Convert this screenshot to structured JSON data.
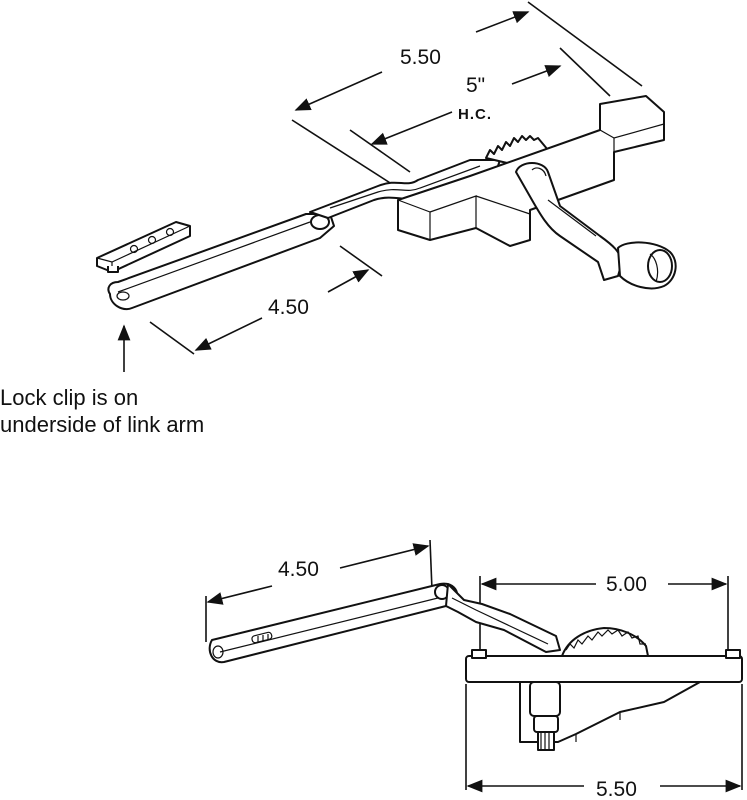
{
  "dimensions": {
    "top_overall": "5.50",
    "top_hole_centers": "5\"",
    "top_hole_centers_note": "H.C.",
    "top_arm": "4.50",
    "bottom_arm": "4.50",
    "bottom_hole_centers": "5.00",
    "bottom_overall": "5.50"
  },
  "note": {
    "line1": "Lock clip is on",
    "line2": "underside of link arm"
  }
}
